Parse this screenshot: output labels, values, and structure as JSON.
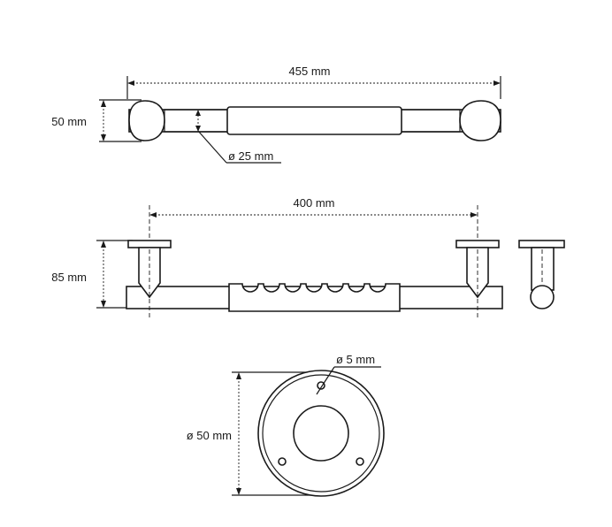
{
  "top_view": {
    "length_label": "455 mm",
    "height_label": "50 mm",
    "diameter_label": "ø 25 mm"
  },
  "side_view": {
    "length_label": "400 mm",
    "height_label": "85 mm"
  },
  "flange_view": {
    "hole_label": "ø 5 mm",
    "diameter_label": "ø 50 mm"
  }
}
